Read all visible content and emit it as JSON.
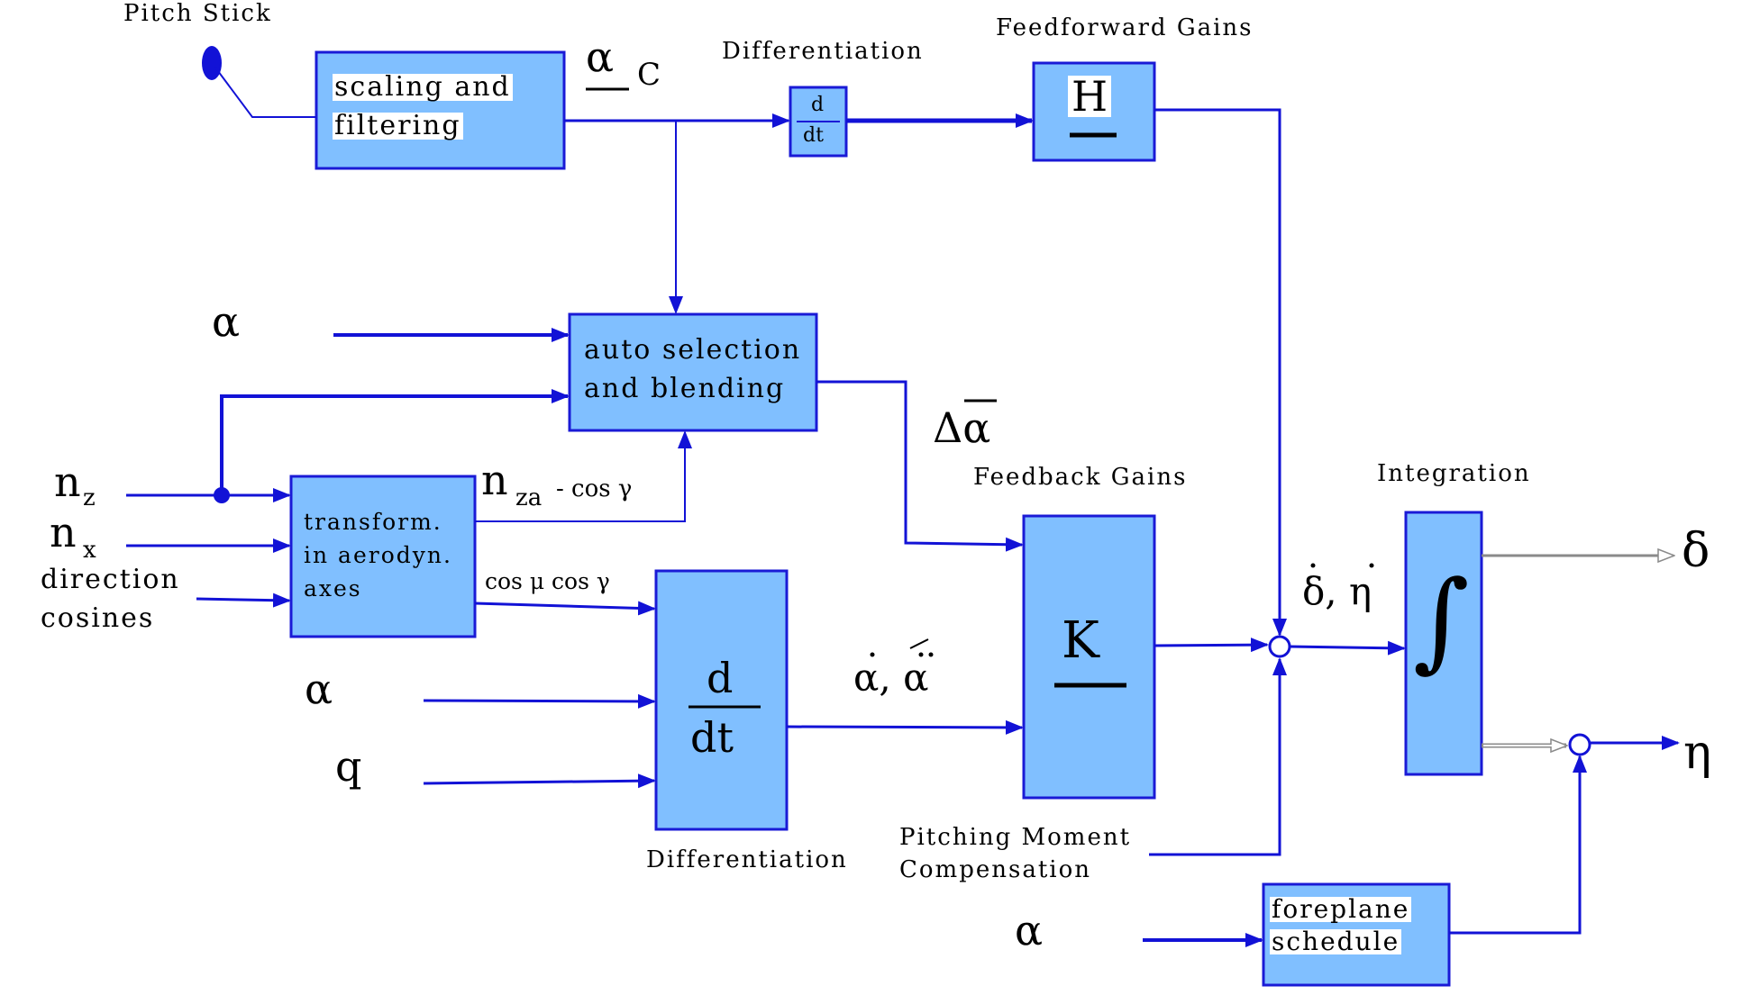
{
  "colors": {
    "line": "#1212d6",
    "box_fill": "#80bfff",
    "box_stroke": "#1a1ad6",
    "gray_line": "#8a8a8a"
  },
  "input": {
    "label": "Pitch Stick"
  },
  "blocks": {
    "scaling": [
      "scaling and",
      "filtering"
    ],
    "diff_small": {
      "num": "d",
      "den": "dt"
    },
    "ff_gain": "H",
    "auto_selection": [
      "auto selection",
      "and blending"
    ],
    "transform": [
      "transform.",
      "in aerodyn.",
      "axes"
    ],
    "diff_big": {
      "num": "d",
      "den": "dt"
    },
    "fb_gain": "K",
    "integrator": "∫",
    "foreplane": [
      "foreplane",
      "schedule"
    ]
  },
  "labels": {
    "differentiation_top": "Differentiation",
    "feedforward_gains": "Feedforward Gains",
    "feedback_gains": "Feedback Gains",
    "integration": "Integration",
    "differentiation_bottom": "Differentiation",
    "pitching_moment": [
      "Pitching Moment",
      "Compensation"
    ],
    "direction_cosines": [
      "direction",
      "cosines"
    ]
  },
  "symbols": {
    "alpha_c": "α",
    "alpha_c_sub": "C",
    "alpha_in1": "α",
    "nz": "n",
    "nz_sub": "z",
    "nx": "n",
    "nx_sub": "x",
    "nza": "n",
    "nza_sub": "za",
    "nza_expr": "-  cos γ",
    "cos_mu_gamma": "cos μ cos γ",
    "alpha_in2": "α",
    "q_in": "q",
    "delta_alpha": "Δα",
    "alpha_dots": "α, α",
    "delta_eta_dot": "δ, η",
    "delta_out": "δ",
    "eta_out": "η",
    "alpha_in3": "α"
  }
}
